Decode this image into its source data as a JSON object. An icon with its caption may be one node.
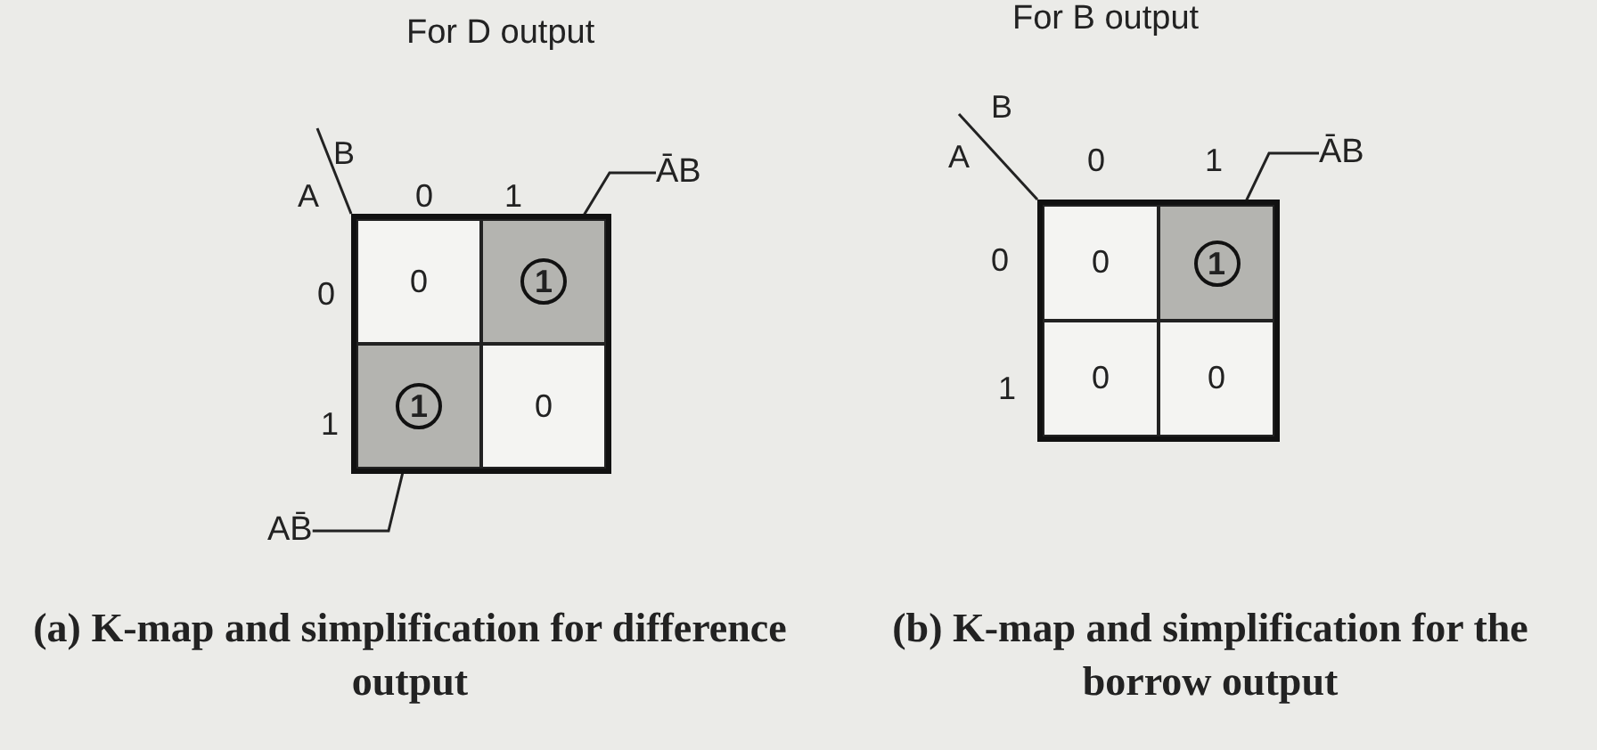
{
  "diagram": {
    "nodes": [
      {
        "text": [
          "For D output"
        ]
      },
      {
        "text": [
          "0"
        ],
        "in": 0
      },
      {
        "text": [
          "1"
        ],
        "in": 0
      },
      {
        "text": [
          "1"
        ],
        "in": 0
      },
      {
        "text": [
          "0"
        ],
        "in": 0
      },
      {
        "text": [
          "ĀB"
        ]
      },
      {
        "text": [
          "AB̄"
        ]
      },
      {
        "text": [
          "For B output"
        ]
      },
      {
        "text": [
          "0"
        ],
        "in": 7
      },
      {
        "text": [
          "1"
        ],
        "in": 7
      },
      {
        "text": [
          "0"
        ],
        "in": 7
      },
      {
        "text": [
          "0"
        ],
        "in": 7
      },
      {
        "text": [
          "ĀB"
        ]
      }
    ],
    "edges": [
      {
        "from": 5,
        "to": 2,
        "arrow": "none"
      },
      {
        "from": 6,
        "to": 3,
        "arrow": "none"
      },
      {
        "from": 12,
        "to": 9,
        "arrow": "none"
      }
    ],
    "labels": [
      "B",
      "A",
      "0",
      "1",
      "0",
      "1",
      "(a) K-map and simplification for difference output",
      "B",
      "A",
      "0",
      "1",
      "0",
      "1",
      "(b) K-map and simplification for the borrow output"
    ]
  }
}
